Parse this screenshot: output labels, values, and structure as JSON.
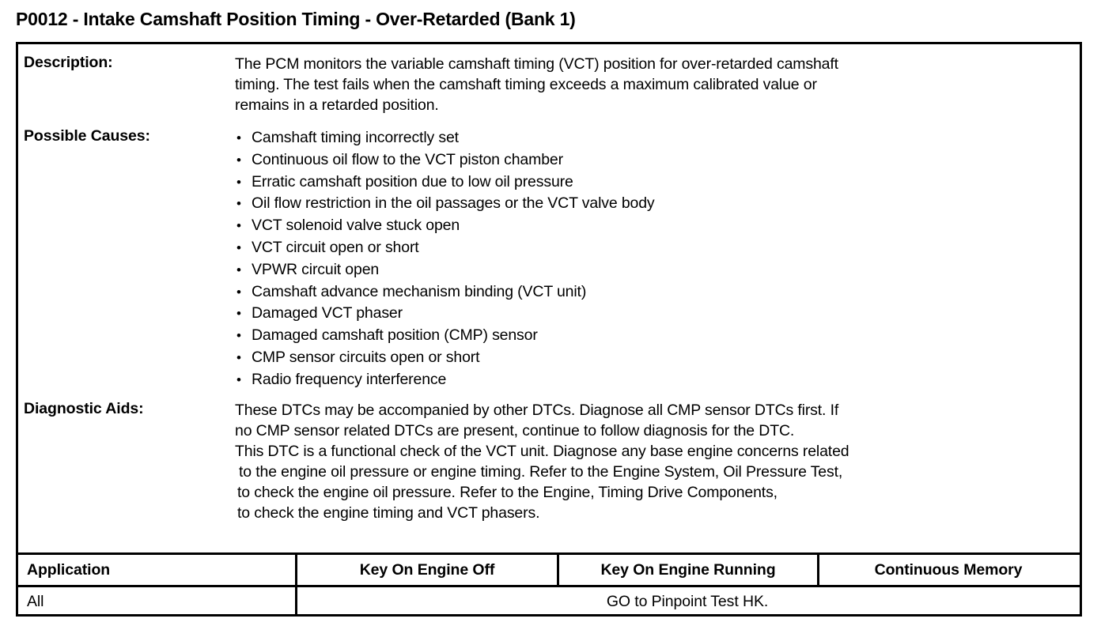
{
  "document": {
    "title": "P0012 - Intake Camshaft Position Timing - Over-Retarded (Bank 1)"
  },
  "sections": {
    "description": {
      "label": "Description:",
      "lines": [
        "The PCM monitors the variable camshaft timing (VCT) position for over-retarded camshaft",
        "timing. The test fails when the camshaft timing exceeds a maximum calibrated value or",
        "remains in a retarded position."
      ]
    },
    "possible_causes": {
      "label": "Possible Causes:",
      "bullet_glyph": "•",
      "items": [
        "Camshaft timing incorrectly set",
        "Continuous oil flow to the VCT piston chamber",
        "Erratic camshaft position due to low oil pressure",
        "Oil flow restriction in the oil passages or the VCT valve body",
        "VCT solenoid valve stuck open",
        "VCT circuit open or short",
        "VPWR circuit open",
        "Camshaft advance mechanism binding (VCT unit)",
        "Damaged VCT phaser",
        "Damaged camshaft position (CMP) sensor",
        "CMP sensor circuits open or short",
        "Radio frequency interference"
      ]
    },
    "diagnostic_aids": {
      "label": "Diagnostic Aids:",
      "lines": [
        "These DTCs may be accompanied by other DTCs. Diagnose all CMP sensor DTCs first. If",
        "no CMP sensor related DTCs are present, continue to follow diagnosis for the DTC.",
        "This DTC is a functional check of the VCT unit. Diagnose any base engine concerns related",
        "to the engine oil pressure or engine timing. Refer to the Engine System, Oil Pressure Test,",
        "to check the engine oil pressure. Refer to the Engine, Timing Drive Components,",
        "to check the engine timing and VCT phasers."
      ]
    }
  },
  "table": {
    "headers": [
      "Application",
      "Key On Engine Off",
      "Key On Engine Running",
      "Continuous Memory"
    ],
    "row": {
      "application": "All",
      "action": "GO to Pinpoint Test HK."
    }
  }
}
